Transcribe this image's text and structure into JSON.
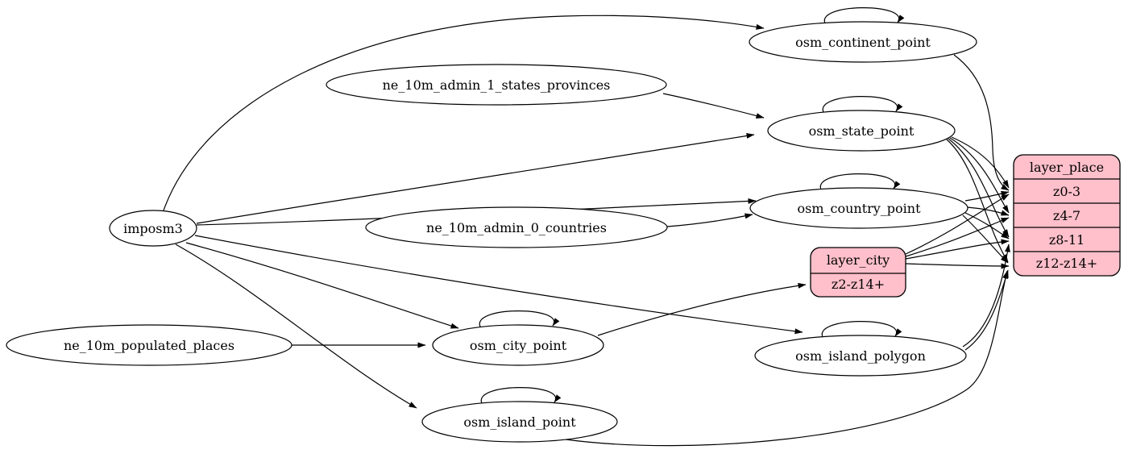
{
  "diagram": {
    "type": "etl-graph",
    "colors": {
      "background": "#ffffff",
      "edge": "#000000",
      "ellipse_fill": "#ffffff",
      "table_fill": "#ffc0cb",
      "stroke": "#000000"
    },
    "nodes": {
      "imposm3": {
        "label": "imposm3"
      },
      "ne_10m_admin_1_states_provinces": {
        "label": "ne_10m_admin_1_states_provinces"
      },
      "ne_10m_admin_0_countries": {
        "label": "ne_10m_admin_0_countries"
      },
      "ne_10m_populated_places": {
        "label": "ne_10m_populated_places"
      },
      "osm_continent_point": {
        "label": "osm_continent_point"
      },
      "osm_state_point": {
        "label": "osm_state_point"
      },
      "osm_country_point": {
        "label": "osm_country_point"
      },
      "osm_city_point": {
        "label": "osm_city_point"
      },
      "osm_island_polygon": {
        "label": "osm_island_polygon"
      },
      "osm_island_point": {
        "label": "osm_island_point"
      }
    },
    "tables": {
      "layer_city": {
        "title": "layer_city",
        "rows": [
          "z2-z14+"
        ]
      },
      "layer_place": {
        "title": "layer_place",
        "rows": [
          "z0-3",
          "z4-7",
          "z8-11",
          "z12-z14+"
        ]
      }
    },
    "edges": [
      {
        "from": "imposm3",
        "to": "osm_continent_point"
      },
      {
        "from": "imposm3",
        "to": "osm_state_point"
      },
      {
        "from": "imposm3",
        "to": "osm_country_point"
      },
      {
        "from": "imposm3",
        "to": "osm_city_point"
      },
      {
        "from": "imposm3",
        "to": "osm_island_polygon"
      },
      {
        "from": "imposm3",
        "to": "osm_island_point"
      },
      {
        "from": "ne_10m_admin_1_states_provinces",
        "to": "osm_state_point"
      },
      {
        "from": "ne_10m_admin_0_countries",
        "to": "osm_country_point"
      },
      {
        "from": "ne_10m_populated_places",
        "to": "osm_city_point"
      },
      {
        "from": "osm_continent_point",
        "to": "osm_continent_point"
      },
      {
        "from": "osm_state_point",
        "to": "osm_state_point"
      },
      {
        "from": "osm_country_point",
        "to": "osm_country_point"
      },
      {
        "from": "osm_city_point",
        "to": "osm_city_point"
      },
      {
        "from": "osm_island_polygon",
        "to": "osm_island_polygon"
      },
      {
        "from": "osm_island_point",
        "to": "osm_island_point"
      },
      {
        "from": "osm_city_point",
        "to": "layer_city",
        "port": "z2-z14+"
      },
      {
        "from": "osm_continent_point",
        "to": "layer_place",
        "port": "z0-3"
      },
      {
        "from": "osm_state_point",
        "to": "layer_place",
        "port": "z0-3"
      },
      {
        "from": "osm_state_point",
        "to": "layer_place",
        "port": "z4-7"
      },
      {
        "from": "osm_state_point",
        "to": "layer_place",
        "port": "z8-11"
      },
      {
        "from": "osm_state_point",
        "to": "layer_place",
        "port": "z12-z14+"
      },
      {
        "from": "osm_country_point",
        "to": "layer_place",
        "port": "z0-3"
      },
      {
        "from": "osm_country_point",
        "to": "layer_place",
        "port": "z4-7"
      },
      {
        "from": "osm_country_point",
        "to": "layer_place",
        "port": "z8-11"
      },
      {
        "from": "osm_country_point",
        "to": "layer_place",
        "port": "z12-z14+"
      },
      {
        "from": "layer_city",
        "to": "layer_place",
        "port": "z0-3"
      },
      {
        "from": "layer_city",
        "to": "layer_place",
        "port": "z4-7"
      },
      {
        "from": "layer_city",
        "to": "layer_place",
        "port": "z8-11"
      },
      {
        "from": "layer_city",
        "to": "layer_place",
        "port": "z12-z14+"
      },
      {
        "from": "osm_island_polygon",
        "to": "layer_place",
        "port": "z8-11"
      },
      {
        "from": "osm_island_polygon",
        "to": "layer_place",
        "port": "z12-z14+"
      },
      {
        "from": "osm_island_point",
        "to": "layer_place",
        "port": "z12-z14+"
      }
    ]
  }
}
